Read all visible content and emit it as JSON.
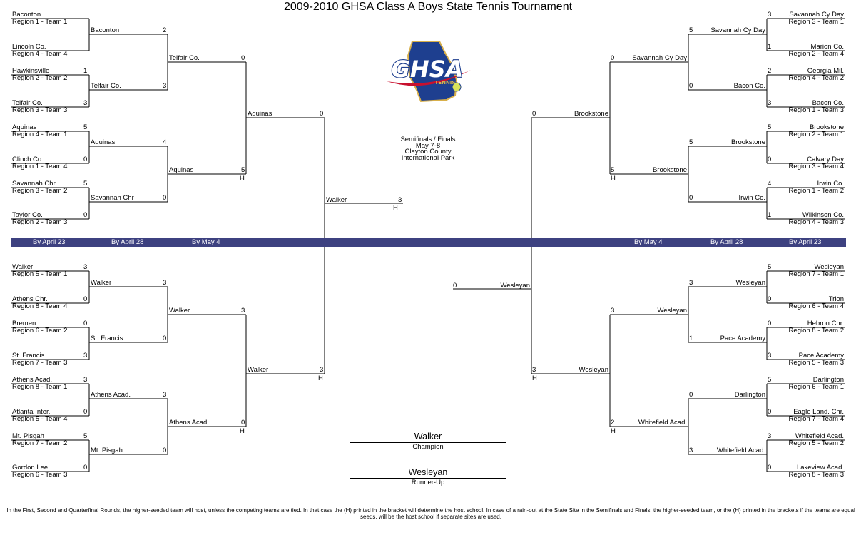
{
  "title": "2009-2010 GHSA Class A Boys State Tennis Tournament",
  "logo": {
    "letters": "GHSA",
    "sub": "TENNIS"
  },
  "colors": {
    "band": "#3d4180",
    "logo_blue": "#1e3f8f",
    "logo_red": "#c8102e",
    "logo_gold": "#d9b04a"
  },
  "event_info": [
    "Semifinals / Finals",
    "May 7-8",
    "Clayton County",
    "International Park"
  ],
  "round_labels": {
    "r1": "By April 23",
    "r2": "By April 28",
    "r3": "By May 4"
  },
  "host_mark": "H",
  "champion": {
    "name": "Walker",
    "label": "Champion"
  },
  "runner_up": {
    "name": "Wesleyan",
    "label": "Runner-Up"
  },
  "footer": "In the First, Second and Quarterfinal Rounds, the higher-seeded team will host, unless the competing teams are tied.  In that case the (H) printed in the bracket will determine the host school.  In case of a rain-out at the State Site in the Semifinals and Finals, the higher-seeded team, or the (H) printed in the brackets if the teams are equal seeds, will be the host school if separate sites are used.",
  "quadrants": [
    {
      "r1": [
        {
          "team": "Baconton",
          "seed": "Region 1 - Team 1",
          "score": ""
        },
        {
          "team": "Lincoln Co.",
          "seed": "Region 4 - Team 4",
          "score": ""
        },
        {
          "team": "Hawkinsville",
          "seed": "Region 2 - Team 2",
          "score": "1"
        },
        {
          "team": "Telfair Co.",
          "seed": "Region 3 - Team 3",
          "score": "3"
        },
        {
          "team": "Aquinas",
          "seed": "Region 4 - Team 1",
          "score": "5"
        },
        {
          "team": "Clinch Co.",
          "seed": "Region 1 - Team 4",
          "score": "0"
        },
        {
          "team": "Savannah Chr",
          "seed": "Region 3 - Team 2",
          "score": "5"
        },
        {
          "team": "Taylor Co.",
          "seed": "Region 2 - Team 3",
          "score": "0"
        }
      ],
      "r2": [
        {
          "team": "Baconton",
          "score": "2"
        },
        {
          "team": "Telfair Co.",
          "score": "3"
        },
        {
          "team": "Aquinas",
          "score": "4"
        },
        {
          "team": "Savannah Chr",
          "score": "0"
        }
      ],
      "qf": [
        {
          "team": "Telfair Co.",
          "score": "0"
        },
        {
          "team": "Aquinas",
          "score": "5",
          "host": true
        }
      ],
      "sf": {
        "team": "Aquinas",
        "score": "0"
      }
    },
    {
      "r1": [
        {
          "team": "Walker",
          "seed": "Region 5 - Team 1",
          "score": "3"
        },
        {
          "team": "Athens Chr.",
          "seed": "Region 8 - Team 4",
          "score": "0"
        },
        {
          "team": "Bremen",
          "seed": "Region 6 - Team 2",
          "score": "0"
        },
        {
          "team": "St. Francis",
          "seed": "Region 7 - Team 3",
          "score": "3"
        },
        {
          "team": "Athens Acad.",
          "seed": "Region 8 - Team 1",
          "score": "3"
        },
        {
          "team": "Atlanta Inter.",
          "seed": "Region 5 - Team 4",
          "score": "0"
        },
        {
          "team": "Mt. Pisgah",
          "seed": "Region 7 - Team 2",
          "score": "5"
        },
        {
          "team": "Gordon Lee",
          "seed": "Region 6 - Team 3",
          "score": "0"
        }
      ],
      "r2": [
        {
          "team": "Walker",
          "score": "3"
        },
        {
          "team": "St. Francis",
          "score": "0"
        },
        {
          "team": "Athens Acad.",
          "score": "3"
        },
        {
          "team": "Mt. Pisgah",
          "score": "0"
        }
      ],
      "qf": [
        {
          "team": "Walker",
          "score": "3"
        },
        {
          "team": "Athens Acad.",
          "score": "0",
          "host": true
        }
      ],
      "sf": {
        "team": "Walker",
        "score": "3",
        "host": true
      }
    },
    {
      "r1": [
        {
          "team": "Savannah Cy Day",
          "seed": "Region 3 - Team 1",
          "score": "3"
        },
        {
          "team": "Marion Co.",
          "seed": "Region 2 - Team 4",
          "score": "1"
        },
        {
          "team": "Georgia Mil.",
          "seed": "Region 4 - Team 2",
          "score": "2"
        },
        {
          "team": "Bacon Co.",
          "seed": "Region 1 - Team 3",
          "score": "3"
        },
        {
          "team": "Brookstone",
          "seed": "Region 2 - Team 1",
          "score": "5"
        },
        {
          "team": "Calvary Day",
          "seed": "Region 3 - Team 4",
          "score": "0"
        },
        {
          "team": "Irwin Co.",
          "seed": "Region 1 - Team 2",
          "score": "4"
        },
        {
          "team": "Wilkinson Co.",
          "seed": "Region 4 - Team 3",
          "score": "1"
        }
      ],
      "r2": [
        {
          "team": "Savannah Cy Day",
          "score": "5"
        },
        {
          "team": "Bacon Co.",
          "score": "0"
        },
        {
          "team": "Brookstone",
          "score": "5"
        },
        {
          "team": "Irwin Co.",
          "score": "0"
        }
      ],
      "qf": [
        {
          "team": "Savannah Cy Day",
          "score": "0"
        },
        {
          "team": "Brookstone",
          "score": "5",
          "host": true
        }
      ],
      "sf": {
        "team": "Brookstone",
        "score": "0"
      }
    },
    {
      "r1": [
        {
          "team": "Wesleyan",
          "seed": "Region 7 - Team 1",
          "score": "5"
        },
        {
          "team": "Trion",
          "seed": "Region 6 - Team 4",
          "score": "0"
        },
        {
          "team": "Hebron Chr.",
          "seed": "Region 8 - Team 2",
          "score": "0"
        },
        {
          "team": "Pace Academy",
          "seed": "Region 5 - Team 3",
          "score": "3"
        },
        {
          "team": "Darlington",
          "seed": "Region 6 - Team 1",
          "score": "5"
        },
        {
          "team": "Eagle Land. Chr.",
          "seed": "Region 7 - Team 4",
          "score": "0"
        },
        {
          "team": "Whitefield Acad.",
          "seed": "Region 5 - Team 2",
          "score": "3"
        },
        {
          "team": "Lakeview Acad.",
          "seed": "Region 8 - Team 3",
          "score": "0"
        }
      ],
      "r2": [
        {
          "team": "Wesleyan",
          "score": "3"
        },
        {
          "team": "Pace Academy",
          "score": "1"
        },
        {
          "team": "Darlington",
          "score": "0"
        },
        {
          "team": "Whitefield Acad.",
          "score": "3"
        }
      ],
      "qf": [
        {
          "team": "Wesleyan",
          "score": "3"
        },
        {
          "team": "Whitefield Acad.",
          "score": "2",
          "host": true
        }
      ],
      "sf": {
        "team": "Wesleyan",
        "score": "3",
        "host": true
      }
    }
  ],
  "final": {
    "left": {
      "team": "Walker",
      "score": "3",
      "host": true
    },
    "right": {
      "team": "Wesleyan",
      "score": "0"
    }
  }
}
